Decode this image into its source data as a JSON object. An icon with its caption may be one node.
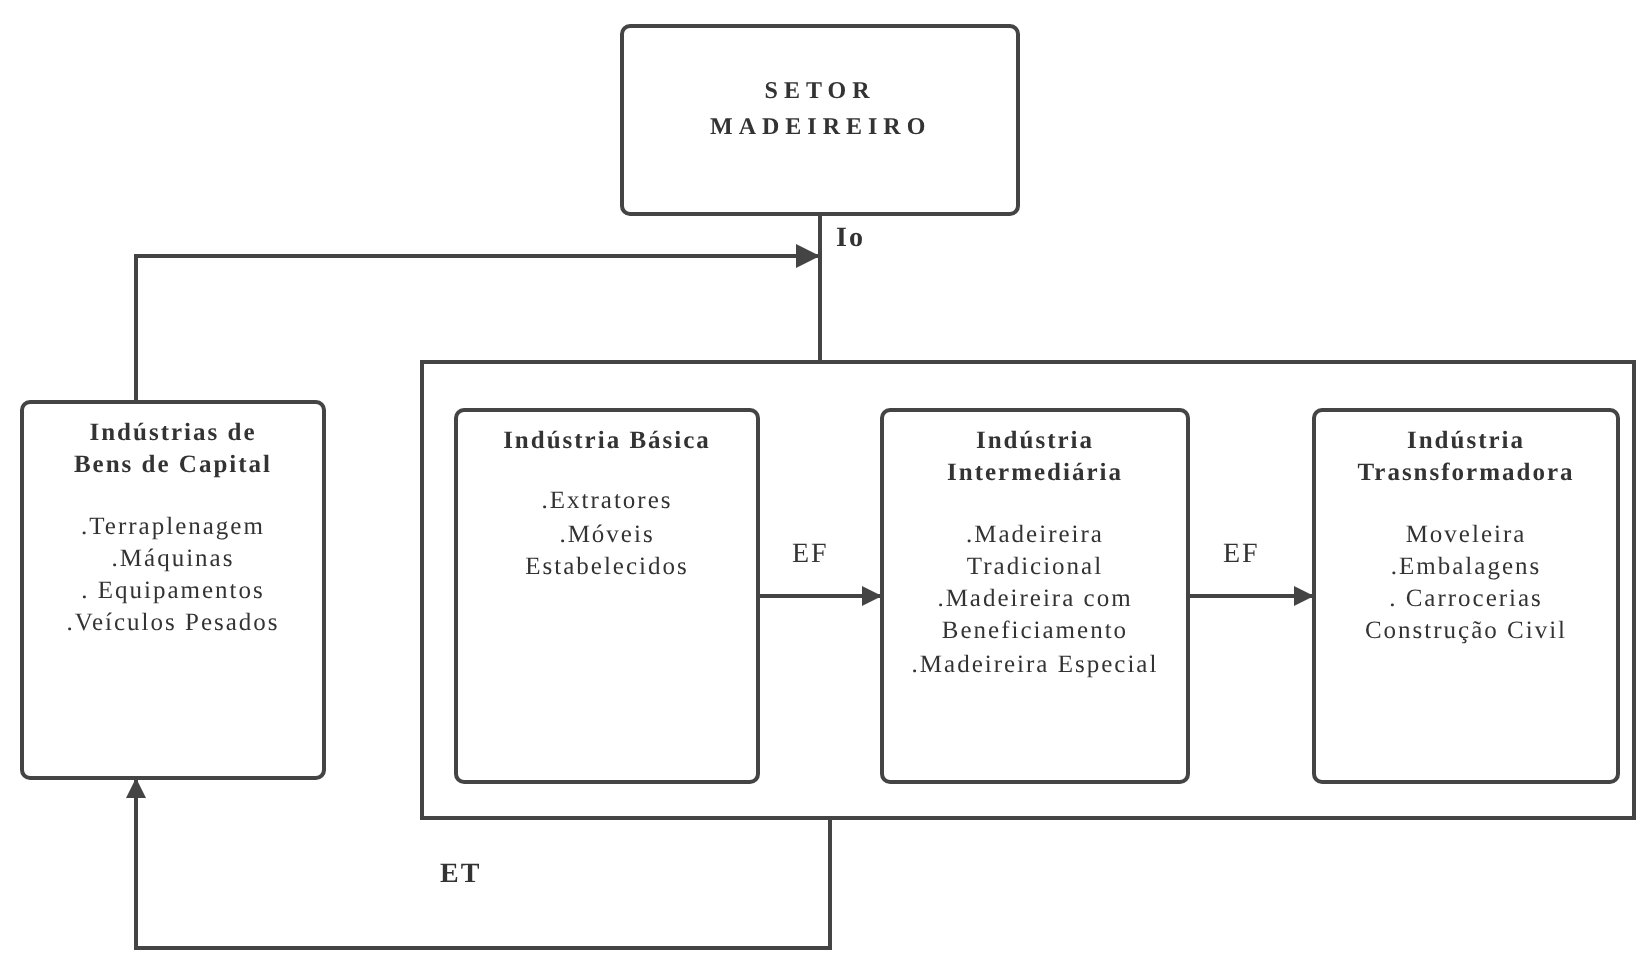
{
  "diagram": {
    "nodes": [
      {
        "text": [
          "SETOR MADEIREIRO"
        ]
      },
      {
        "text": [
          "Indústrias de Bens de Capital",
          ".Terraplenagem",
          ".Máquinas",
          ". Equipamentos",
          ".Veículos Pesados"
        ]
      },
      {
        "text": [],
        "shape": "box"
      },
      {
        "text": [
          "Indústria Básica",
          ".Extratores",
          ".Móveis Estabelecidos"
        ],
        "in": 2
      },
      {
        "text": [
          "Indústria Intermediária",
          ".Madeireira Tradicional",
          ".Madeireira com Beneficiamento",
          ".Madeireira Especial"
        ],
        "in": 2
      },
      {
        "text": [
          "Indústria Trasnsformadora",
          "Moveleira",
          ".Embalagens",
          ". Carrocerias",
          "Construção Civil"
        ],
        "in": 2
      }
    ],
    "edges": [
      {
        "from": 0,
        "to": 2,
        "arrow": "none",
        "label": "Io"
      },
      {
        "from": 1,
        "to": 2,
        "arrow": "to"
      },
      {
        "from": 2,
        "to": 1,
        "arrow": "to",
        "label": "ET"
      },
      {
        "from": 3,
        "to": 4,
        "arrow": "to",
        "label": "EF"
      },
      {
        "from": 4,
        "to": 5,
        "arrow": "to",
        "label": "EF"
      }
    ]
  }
}
